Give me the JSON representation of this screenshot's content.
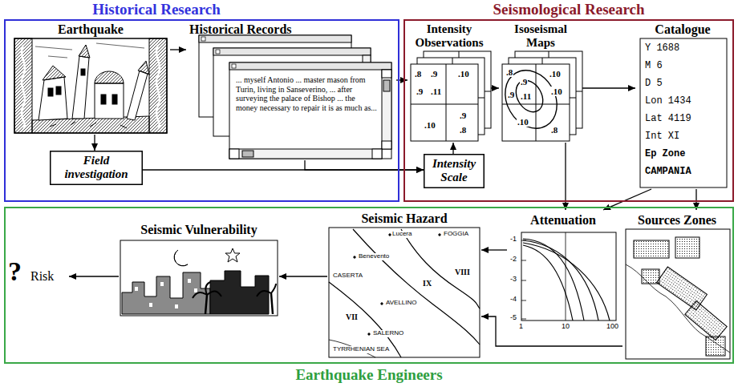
{
  "diagram": {
    "nodes": [
      {
        "text": [
          "Historical Research"
        ]
      },
      {
        "text": [
          "Earthquake"
        ],
        "in": 0
      },
      {
        "text": [
          "Historical Records",
          "... myself Antonio ... master mason from Turin, living in Sanseverino, ... after surveying the palace of Bishop ... the money necessary to repair it is as much as..."
        ],
        "in": 0
      },
      {
        "text": [
          "Field investigation"
        ],
        "in": 0
      },
      {
        "text": [
          "Seismological Research"
        ]
      },
      {
        "text": [
          "Intensity Observations"
        ],
        "in": 4
      },
      {
        "text": [
          "Isoseismal Maps"
        ],
        "in": 4
      },
      {
        "text": [
          "Catalogue",
          "Y 1688",
          "M 6",
          "D 5",
          "Lon 1434",
          "Lat 4119",
          "Int XI",
          "Ep Zone",
          "CAMPANIA"
        ],
        "in": 4
      },
      {
        "text": [
          "Intensity Scale"
        ],
        "in": 4
      },
      {
        "text": [
          "Earthquake Engineers"
        ]
      },
      {
        "text": [
          "?",
          "Risk"
        ],
        "in": 9
      },
      {
        "text": [
          "Seismic Vulnerability"
        ],
        "in": 9
      },
      {
        "text": [
          "Seismic Hazard"
        ],
        "in": 9
      },
      {
        "text": [
          "Attenuation"
        ],
        "in": 9
      },
      {
        "text": [
          "Sources Zones"
        ],
        "in": 9
      }
    ],
    "edges": [
      {
        "from": 1,
        "to": 2,
        "arrow": "to"
      },
      {
        "from": 1,
        "to": 3,
        "arrow": "to"
      },
      {
        "from": 2,
        "to": 5,
        "arrow": "to"
      },
      {
        "from": 3,
        "to": 8,
        "arrow": "to"
      },
      {
        "from": 2,
        "to": 8,
        "arrow": "to"
      },
      {
        "from": 8,
        "to": 5,
        "arrow": "to"
      },
      {
        "from": 5,
        "to": 6,
        "arrow": "to"
      },
      {
        "from": 6,
        "to": 7,
        "arrow": "to"
      },
      {
        "from": 6,
        "to": 13,
        "arrow": "to"
      },
      {
        "from": 7,
        "to": 13,
        "arrow": "to"
      },
      {
        "from": 7,
        "to": 14,
        "arrow": "to"
      },
      {
        "from": 14,
        "to": 12,
        "arrow": "to"
      },
      {
        "from": 13,
        "to": 12,
        "arrow": "to"
      },
      {
        "from": 12,
        "to": 11,
        "arrow": "to"
      },
      {
        "from": 11,
        "to": 10,
        "arrow": "to"
      }
    ],
    "labels": [
      ".8",
      ".9",
      ".10",
      ".9",
      ".11",
      ".9",
      ".10",
      ".8",
      ".8",
      ".9",
      ".10",
      ".9",
      ".11",
      ".10",
      ".10",
      ".8",
      "-1",
      "-2",
      "-3",
      "-4",
      "-5",
      "1",
      "10",
      "100",
      "Lucera",
      "FOGGIA",
      "Benevento",
      "CASERTA",
      "AVELLINO",
      "SALERNO",
      "VIII",
      "IX",
      "VII",
      "TYRRHENIAN SEA"
    ]
  }
}
